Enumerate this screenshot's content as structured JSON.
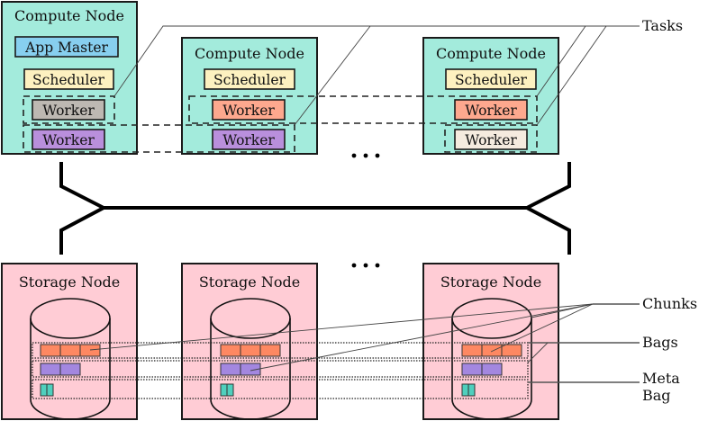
{
  "colors": {
    "compute_node": "#a3ebdc",
    "storage_node": "#ffccd5",
    "app_master": "#87cfef",
    "scheduler": "#fdf1c0",
    "worker_gray": "#bdb8b2",
    "worker_purple": "#b98fdc",
    "worker_orange": "#fda88e",
    "worker_cream": "#f5ebdf",
    "chunk_orange": "#fe8862",
    "chunk_purple": "#a387e0",
    "chunk_teal": "#4fcfbd"
  },
  "compute_nodes": [
    {
      "title": "Compute Node",
      "app_master": "App Master",
      "scheduler": "Scheduler",
      "workers": [
        {
          "label": "Worker",
          "color": "worker_gray"
        },
        {
          "label": "Worker",
          "color": "worker_purple"
        }
      ]
    },
    {
      "title": "Compute Node",
      "scheduler": "Scheduler",
      "workers": [
        {
          "label": "Worker",
          "color": "worker_orange"
        },
        {
          "label": "Worker",
          "color": "worker_purple"
        }
      ]
    },
    {
      "title": "Compute Node",
      "scheduler": "Scheduler",
      "workers": [
        {
          "label": "Worker",
          "color": "worker_orange"
        },
        {
          "label": "Worker",
          "color": "worker_cream"
        }
      ]
    }
  ],
  "storage_nodes": [
    {
      "title": "Storage Node",
      "bags": [
        {
          "chunks": 3,
          "color": "chunk_orange"
        },
        {
          "chunks": 2,
          "color": "chunk_purple"
        },
        {
          "chunks": 2,
          "color": "chunk_teal"
        }
      ]
    },
    {
      "title": "Storage Node",
      "bags": [
        {
          "chunks": 3,
          "color": "chunk_orange"
        },
        {
          "chunks": 2,
          "color": "chunk_purple"
        },
        {
          "chunks": 2,
          "color": "chunk_teal"
        }
      ]
    },
    {
      "title": "Storage Node",
      "bags": [
        {
          "chunks": 3,
          "color": "chunk_orange"
        },
        {
          "chunks": 2,
          "color": "chunk_purple"
        },
        {
          "chunks": 2,
          "color": "chunk_teal"
        }
      ]
    }
  ],
  "ellipsis": "...",
  "legend": {
    "tasks": "Tasks",
    "chunks": "Chunks",
    "bags": "Bags",
    "meta_bag_line1": "Meta",
    "meta_bag_line2": "Bag"
  }
}
